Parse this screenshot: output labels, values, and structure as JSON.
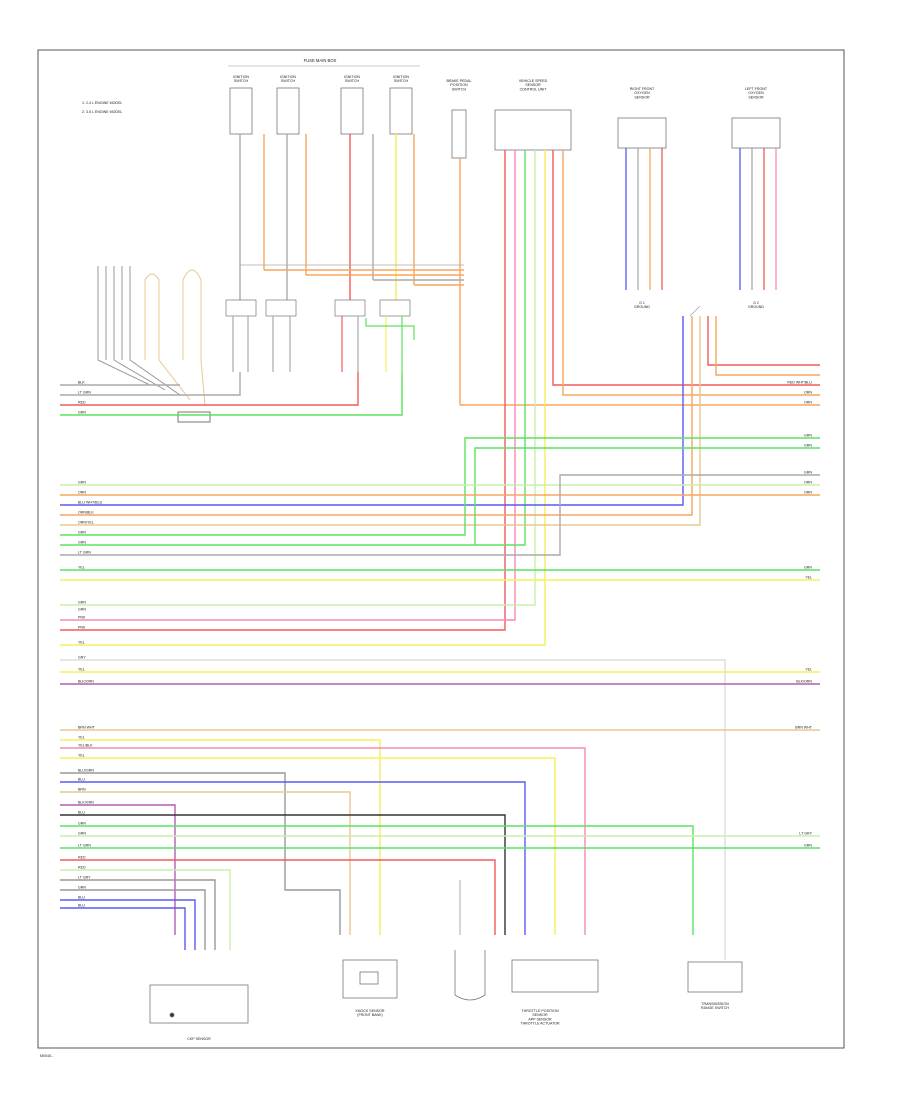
{
  "title": "FUSE MAIN BOX",
  "legend": [
    "1: 2.4 L ENGINE MODEL",
    "2: 3.5 L ENGINE MODEL"
  ],
  "footer": "M0045...",
  "colors": {
    "gray": "#aaaaaa",
    "orange": "#f7a65c",
    "red": "#f25a5a",
    "yellow": "#f5f05a",
    "green": "#5fe05f",
    "blue": "#5a5af5",
    "pink": "#f58ab8",
    "tan": "#e8c890",
    "lightgreen": "#c8f0a8",
    "purple": "#b35fb3",
    "black": "#333333",
    "lightgray": "#dddddd"
  },
  "top_components": [
    {
      "id": "c1",
      "label": "IGNITION\nSWITCH"
    },
    {
      "id": "c2",
      "label": "IGNITION\nSWITCH"
    },
    {
      "id": "c3",
      "label": "IGNITION\nSWITCH"
    },
    {
      "id": "c4",
      "label": "IGNITION\nSWITCH"
    },
    {
      "id": "c5",
      "label": "BRAKE PEDAL\nPOSITION\nSWITCH"
    },
    {
      "id": "c6",
      "label": "VEHICLE SPEED\nSENSOR\nCONTROL UNIT"
    },
    {
      "id": "c7",
      "label": "RIGHT FRONT\nOXYGEN\nSENSOR"
    },
    {
      "id": "c8",
      "label": "LEFT FRONT\nOXYGEN\nSENSOR"
    }
  ],
  "mid_labels": [
    {
      "id": "g1",
      "label": "G 1\nGROUND"
    },
    {
      "id": "g2",
      "label": "G 2\nGROUND"
    }
  ],
  "bottom_components": [
    {
      "id": "b1",
      "label": "CKP SENSOR"
    },
    {
      "id": "b2",
      "label": "KNOCK SENSOR\n(FRONT BANK)"
    },
    {
      "id": "b3",
      "label": "THROTTLE POSITION\nSENSOR\nAPP SENSOR\nTHROTTLE ACTUATOR"
    },
    {
      "id": "b4",
      "label": "TRANSMISSION\nRANGE SWITCH"
    }
  ],
  "left_wire_labels": [
    "BLK",
    "LT GRN",
    "RED",
    "GRN",
    "GRN",
    "ORN",
    "BLU WHT/BLU",
    "ORN/BLK",
    "ORN/YEL",
    "GRN",
    "GRN",
    "LT GRN",
    "YEL",
    "GRN",
    "GRN",
    "PNK",
    "PNK",
    "YEL",
    "GRY",
    "YEL",
    "BLK/ORN",
    "BRN WHT",
    "YEL",
    "YEL/BLK",
    "YEL",
    "BLU/GRN",
    "BLU",
    "BRN",
    "BLK/GRN",
    "BLU",
    "GRN",
    "GRN",
    "LT GRN",
    "RED",
    "RED",
    "LT GRY",
    "GRN",
    "BLU",
    "BLU"
  ],
  "right_wire_labels": [
    "RED WHT/BLU",
    "ORN",
    "ORN",
    "GRN",
    "GRN",
    "GRN",
    "ORN",
    "ORN",
    "GRN",
    "YEL",
    "YEL",
    "BLK/ORN",
    "BRN WHT",
    "LT GRY",
    "GRN"
  ]
}
